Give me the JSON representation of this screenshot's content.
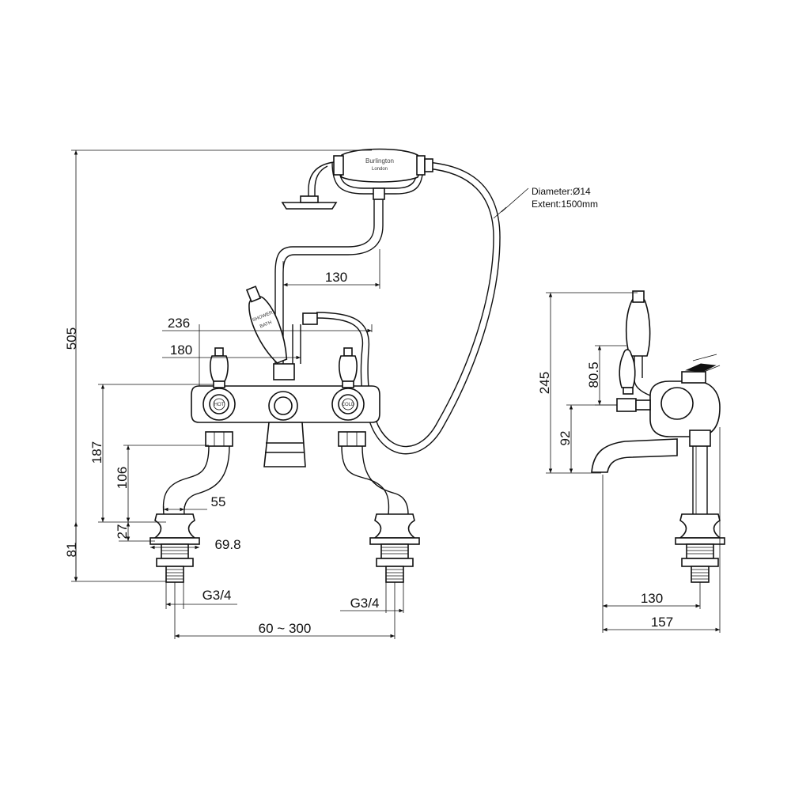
{
  "hose_note": {
    "diameter": "Diameter:Ø14",
    "extent": "Extent:1500mm"
  },
  "handset": {
    "brand": "Burlington",
    "location": "London"
  },
  "diverter_label": {
    "line1": "SHOWER",
    "line2": "BATH"
  },
  "valve_labels": {
    "hot": "HOT",
    "cold": "COLD"
  },
  "front_view": {
    "height_total": "505",
    "dim_130": "130",
    "dim_236": "236",
    "dim_180": "180",
    "dim_187": "187",
    "dim_106": "106",
    "dim_55": "55",
    "dim_27": "27",
    "dim_69_8": "69.8",
    "dim_81": "81",
    "thread_left": "G3/4",
    "thread_right": "G3/4",
    "centres": "60 ~ 300"
  },
  "side_view": {
    "dim_245": "245",
    "dim_80_5": "80.5",
    "dim_92": "92",
    "dim_130": "130",
    "dim_157": "157"
  }
}
